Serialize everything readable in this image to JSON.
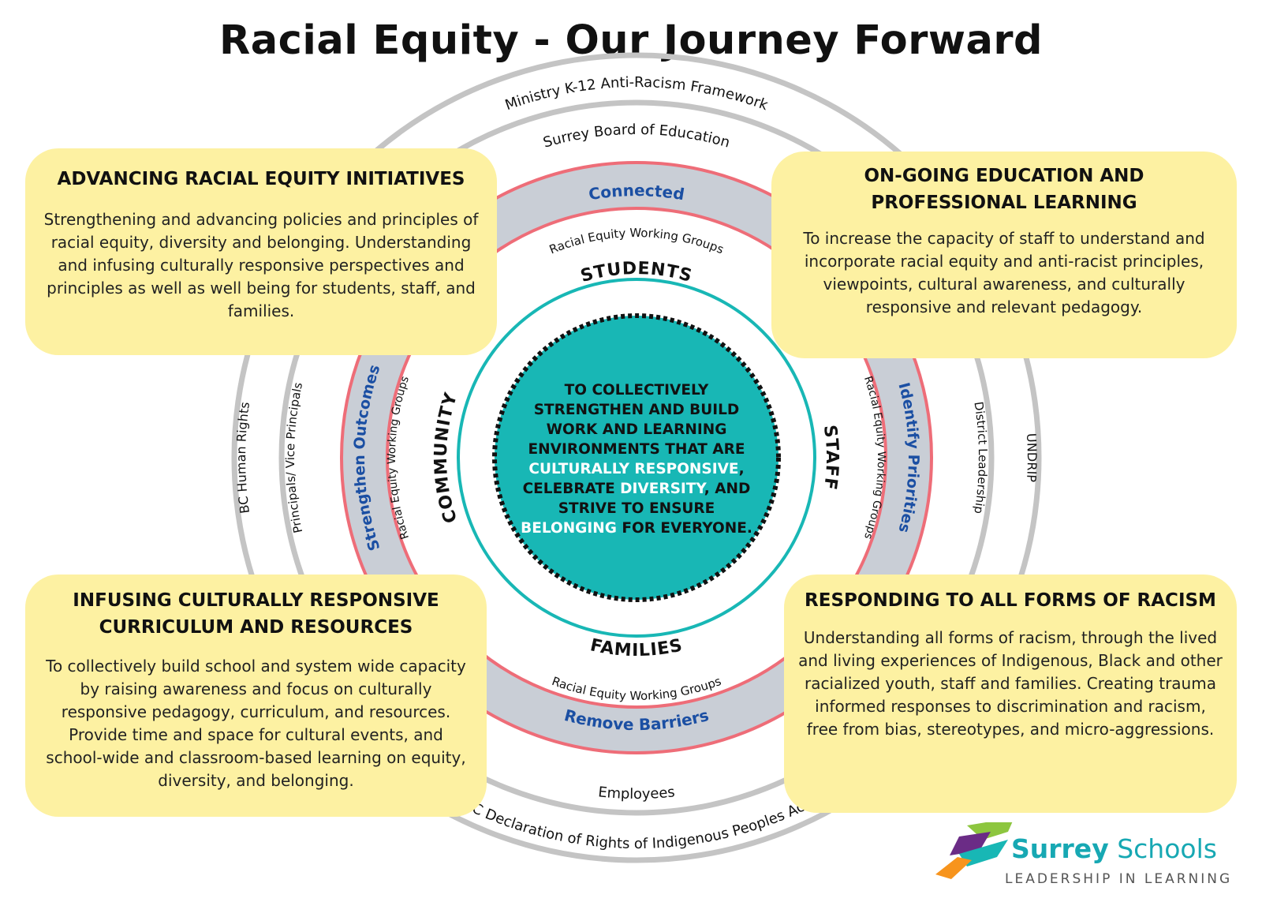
{
  "title": "Racial Equity - Our Journey Forward",
  "rings": {
    "outer_top": "Ministry K-12 Anti-Racism Framework",
    "outer_bottom": "BC Declaration of Rights of Indigenous Peoples Act",
    "outer_left": "BC Human Rights",
    "outer_right": "UNDRIP",
    "second_top": "Surrey Board of Education",
    "second_bottom": "Employees",
    "second_left": "Principals/ Vice Principals",
    "second_right": "District Leadership",
    "band_top": "Connected",
    "band_bottom": "Remove Barriers",
    "band_left": "Strengthen Outcomes",
    "band_right": "Identify Priorities",
    "working_groups": "Racial Equity Working Groups",
    "inner_top": "STUDENTS",
    "inner_bottom": "FAMILIES",
    "inner_left": "COMMUNITY",
    "inner_right": "STAFF"
  },
  "center": {
    "line1": "TO COLLECTIVELY",
    "line2": "STRENGTHEN AND BUILD",
    "line3": "WORK AND LEARNING",
    "line4": "ENVIRONMENTS THAT ARE",
    "line5_hl": "CULTURALLY RESPONSIVE",
    "line5_end": ",",
    "line6_a": "CELEBRATE ",
    "line6_hl": "DIVERSITY",
    "line6_b": ", AND",
    "line7": "STRIVE TO ENSURE",
    "line8_hl": "BELONGING",
    "line8_b": " FOR EVERYONE."
  },
  "boxes": {
    "tl": {
      "title": "ADVANCING RACIAL EQUITY INITIATIVES",
      "body": "Strengthening and advancing policies and principles of racial equity, diversity and belonging. Understanding and infusing culturally responsive perspectives and principles as well as well being for students, staff, and families."
    },
    "tr": {
      "title": "ON-GOING EDUCATION AND PROFESSIONAL LEARNING",
      "body": "To increase the capacity of staff to understand and incorporate racial equity and anti-racist principles, viewpoints, cultural awareness, and culturally responsive and relevant pedagogy."
    },
    "bl": {
      "title": "INFUSING CULTURALLY RESPONSIVE CURRICULUM AND RESOURCES",
      "body": "To collectively build school and system wide capacity by raising awareness and focus on culturally responsive pedagogy, curriculum, and resources. Provide time and space for cultural events, and school-wide and classroom-based learning on equity, diversity, and belonging."
    },
    "br": {
      "title": "RESPONDING TO ALL FORMS OF RACISM",
      "body": "Understanding all forms of racism, through the lived and living experiences of Indigenous, Black and other racialized youth, staff and families. Creating trauma informed responses to discrimination and racism, free from bias, stereotypes, and micro-aggressions."
    }
  },
  "logo": {
    "name_bold": "Surrey",
    "name_rest": " Schools",
    "tagline": "LEADERSHIP IN LEARNING"
  },
  "colors": {
    "teal": "#18b7b5",
    "band_gray": "#c9ced6",
    "pink": "#ee6d78",
    "ring_gray": "#c4c4c4",
    "box_yellow": "#fdf1a2",
    "label_blue": "#1b4fa3"
  }
}
